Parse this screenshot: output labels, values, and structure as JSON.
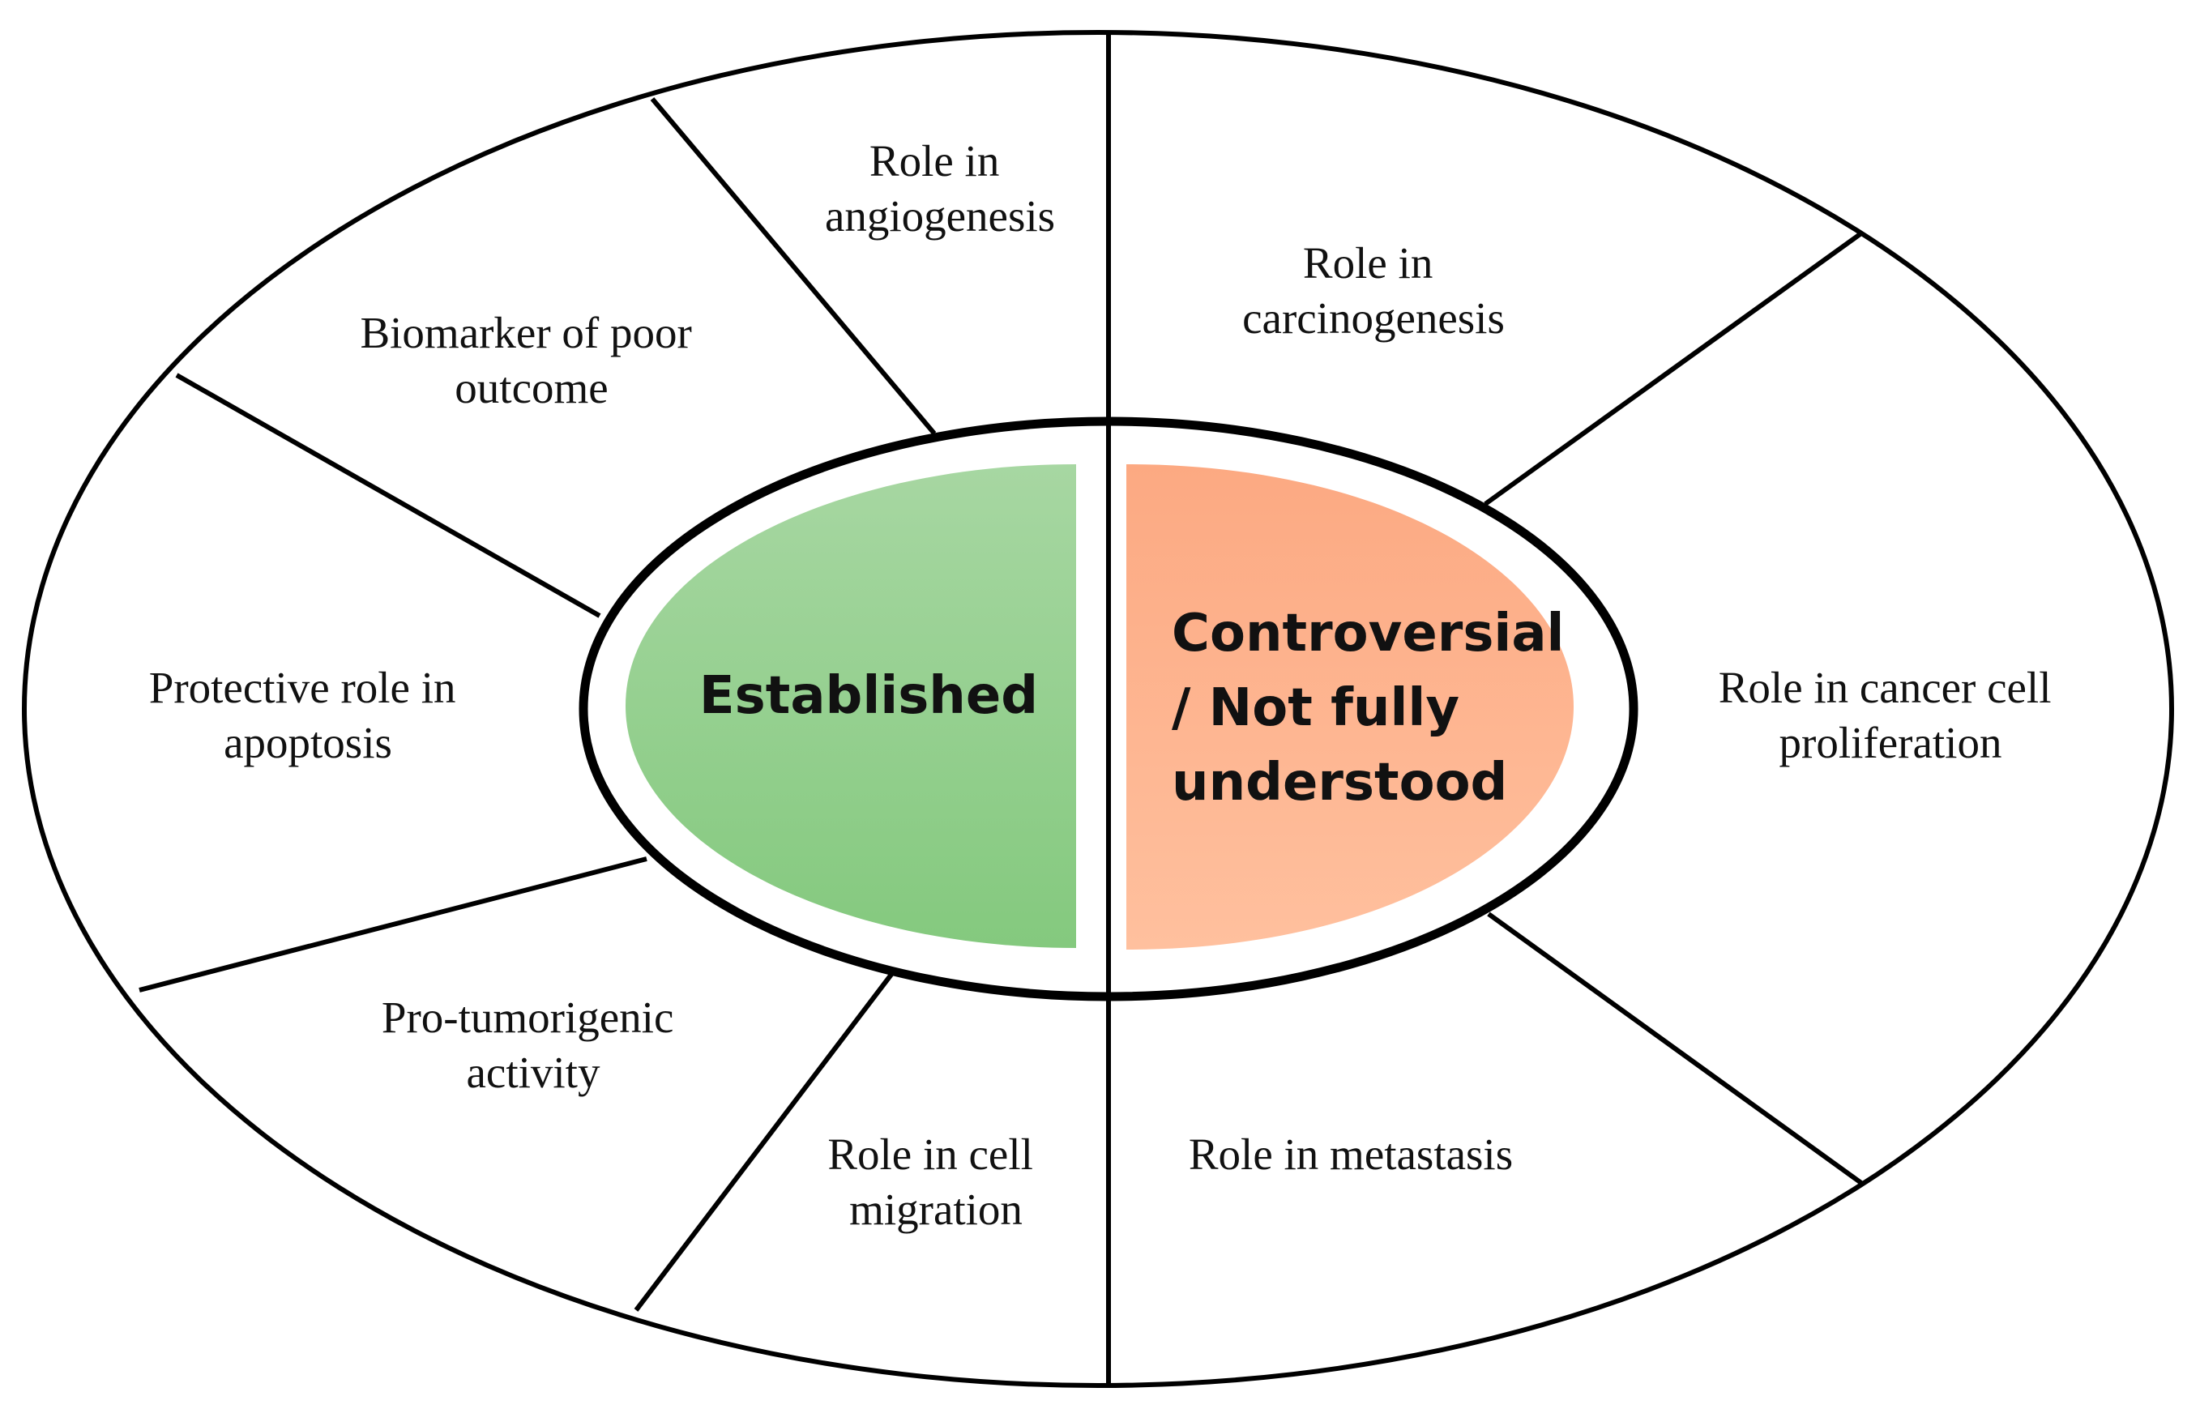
{
  "colors": {
    "established_top": "#a7d7a2",
    "established_bottom": "#84c97e",
    "controversial_top": "#fca982",
    "controversial_bottom": "#ffc09e",
    "stroke": "#000000",
    "text": "#111111"
  },
  "core": {
    "established": {
      "lines": [
        "Established"
      ]
    },
    "controversial": {
      "lines": [
        "Controversial",
        "/ Not fully",
        "understood"
      ]
    }
  },
  "segments": [
    {
      "id": "angiogenesis",
      "group": "established",
      "lines": [
        "Role in",
        "angiogenesis"
      ]
    },
    {
      "id": "biomarker",
      "group": "established",
      "lines": [
        "Biomarker of poor",
        "outcome"
      ]
    },
    {
      "id": "apoptosis",
      "group": "established",
      "lines": [
        "Protective role in",
        "apoptosis"
      ]
    },
    {
      "id": "pro-tumorigenic",
      "group": "established",
      "lines": [
        "Pro-tumorigenic",
        "activity"
      ]
    },
    {
      "id": "cell-migration",
      "group": "established",
      "lines": [
        "Role in cell",
        "migration"
      ]
    },
    {
      "id": "carcinogenesis",
      "group": "controversial",
      "lines": [
        "Role in",
        "carcinogenesis"
      ]
    },
    {
      "id": "proliferation",
      "group": "controversial",
      "lines": [
        "Role in cancer cell",
        "proliferation"
      ]
    },
    {
      "id": "metastasis",
      "group": "controversial",
      "lines": [
        "Role in metastasis"
      ]
    }
  ]
}
